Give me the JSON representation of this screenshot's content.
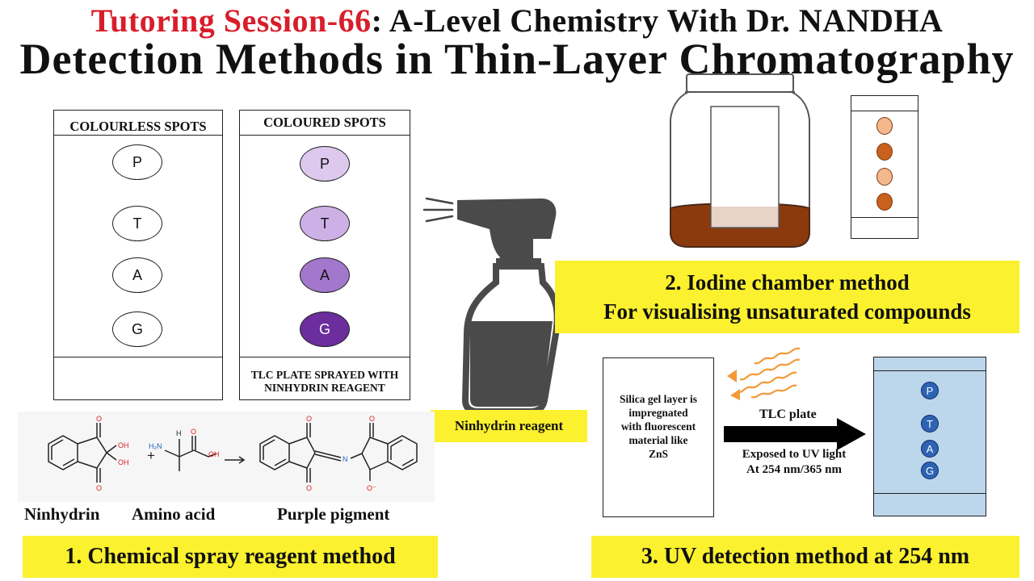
{
  "header": {
    "session": "Tutoring Session-66",
    "course": ": A-Level Chemistry With Dr. NANDHA",
    "title": "Detection Methods in Thin-Layer Chromatography"
  },
  "method1": {
    "plate_left": {
      "header": "COLOURLESS SPOTS",
      "spots": [
        "P",
        "T",
        "A",
        "G"
      ]
    },
    "plate_right": {
      "header": "COLOURED SPOTS",
      "spots": [
        "P",
        "T",
        "A",
        "G"
      ],
      "spot_colors": [
        "#ddc8ee",
        "#cdb1e6",
        "#a277cc",
        "#6b2e9c"
      ],
      "caption_line1": "TLC PLATE SPRAYED WITH",
      "caption_line2": "NINHYDRIN REAGENT"
    },
    "sprayer_label": "Ninhydrin reagent",
    "reaction": {
      "plus": "+",
      "ninhydrin_oh_top": "OH",
      "ninhydrin_oh_bottom": "OH",
      "carbonyl_o": "O",
      "amine": "H₂N",
      "amine_h": "H",
      "acid_oh": "OH",
      "imine_n": "N",
      "oxide": "O⁻"
    },
    "reaction_labels": [
      "Ninhydrin",
      "Amino acid",
      "Purple pigment"
    ],
    "title": "1. Chemical spray reagent method"
  },
  "method2": {
    "title_line1": "2.   Iodine chamber method",
    "title_line2": "For visualising unsaturated compounds",
    "iodine_color": "#8a3a0d",
    "spot_colors": [
      "#f3b88c",
      "#c9601c",
      "#f3b88c",
      "#c9601c"
    ]
  },
  "method3": {
    "plate_text": [
      "Silica gel layer is",
      "impregnated",
      "with fluorescent",
      "material like",
      "ZnS"
    ],
    "arrow_label": "TLC plate",
    "exposure_line1": "Exposed to UV light",
    "exposure_line2": "At 254 nm/365 nm",
    "spots": [
      "P",
      "T",
      "A",
      "G"
    ],
    "plate_color": "#bcd6ec",
    "title": "3.   UV detection method at 254 nm"
  }
}
